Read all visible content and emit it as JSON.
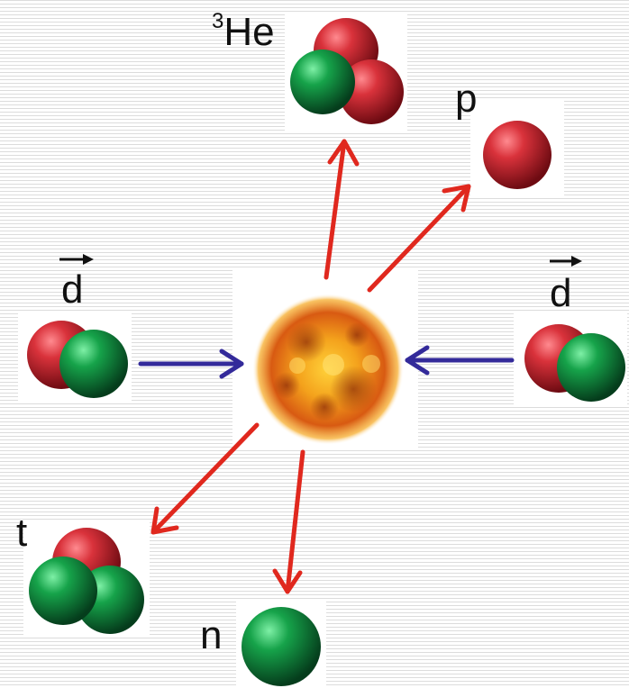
{
  "labels": {
    "he3_mass": "3",
    "he3_symbol": "He",
    "proton": "p",
    "deuteron_left": "d",
    "deuteron_right": "d",
    "triton": "t",
    "neutron": "n"
  },
  "colors": {
    "proton": "#c8202c",
    "neutron": "#0f8a3c",
    "incoming_arrow": "#332a9a",
    "outgoing_arrow": "#e0281e",
    "fireball": "#f08a18"
  },
  "legend": {
    "red_sphere": "proton",
    "green_sphere": "neutron"
  }
}
